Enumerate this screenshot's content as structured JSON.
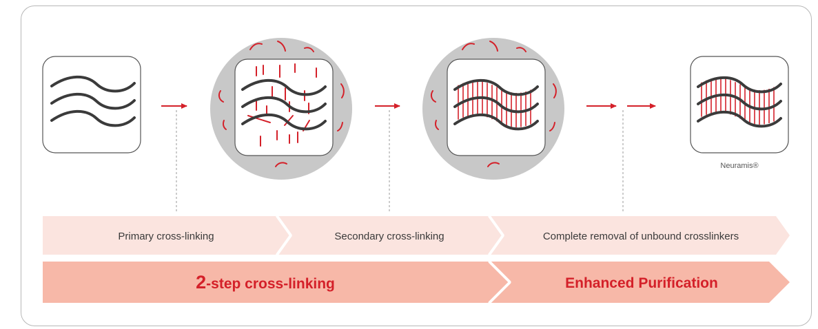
{
  "product_label": "Neuramis®",
  "steps": {
    "primary": "Primary cross-linking",
    "secondary": "Secondary cross-linking",
    "removal": "Complete removal of unbound crosslinkers"
  },
  "phases": {
    "cross_linking_number": "2",
    "cross_linking_text": "-step cross-linking",
    "purification": "Enhanced Purification"
  },
  "colors": {
    "accent_red": "#d42029",
    "strand_dark": "#3b3b3b",
    "light_chevron": "#fbe4df",
    "dark_chevron": "#f7b8a8",
    "circle_gray": "#c8c8c8"
  },
  "icons": [
    "raw-strands-icon",
    "primary-crosslinked-strands-icon",
    "secondary-crosslinked-strands-icon",
    "purified-strands-icon",
    "arrow-icon"
  ]
}
